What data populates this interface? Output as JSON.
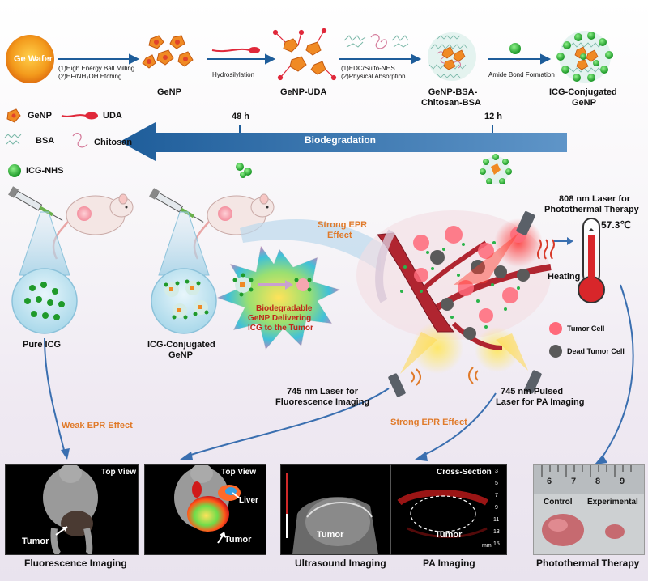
{
  "synthesis": {
    "ge_wafer": "Ge Wafer",
    "step1_line1": "(1)High Energy Ball Milling",
    "step1_line2": "(2)HF/NH₄OH Etching",
    "step2": "Hydrosilylation",
    "step3_line1": "(1)EDC/Sulfo-NHS",
    "step3_line2": "(2)Physical Absorption",
    "step4": "Amide Bond Formation",
    "product_genp": "GeNP",
    "product_genp_uda": "GeNP-UDA",
    "product_bsa_line1": "GeNP-BSA-",
    "product_bsa_line2": "Chitosan-BSA",
    "product_icg_line1": "ICG-Conjugated",
    "product_icg_line2": "GeNP"
  },
  "legend": {
    "genp": "GeNP",
    "uda": "UDA",
    "bsa": "BSA",
    "chitosan": "Chitosan",
    "icg_nhs": "ICG-NHS"
  },
  "biodegradation": {
    "label": "Biodegradation",
    "t48": "48 h",
    "t12": "12 h"
  },
  "middle": {
    "pure_icg": "Pure ICG",
    "icg_genp_line1": "ICG-Conjugated",
    "icg_genp_line2": "GeNP",
    "strong_epr_line1": "Strong EPR",
    "strong_epr_line2": "Effect",
    "starburst_line1": "Biodegradable",
    "starburst_line2": "GeNP  Delivering",
    "starburst_line3": "ICG to the Tumor",
    "laser808_line1": "808 nm Laser for",
    "laser808_line2": "Photothermal Therapy",
    "temperature": "57.3℃",
    "heating": "Heating",
    "tumor_cell": "Tumor Cell",
    "dead_tumor_cell": "Dead Tumor Cell",
    "laser745_line1": "745 nm Laser for",
    "laser745_line2": "Fluorescence Imaging",
    "laser745p_line1": "745 nm Pulsed",
    "laser745p_line2": "Laser for PA Imaging",
    "weak_epr": "Weak EPR Effect",
    "strong_epr_bottom": "Strong EPR Effect"
  },
  "panels": {
    "top_view": "Top View",
    "tumor": "Tumor",
    "liver": "Liver",
    "cross_section": "Cross-Section",
    "mm": "mm",
    "scale_ticks": [
      "3",
      "5",
      "7",
      "9",
      "11",
      "13",
      "15"
    ],
    "ruler_ticks": [
      "6",
      "7",
      "8",
      "9"
    ],
    "control": "Control",
    "experimental": "Experimental",
    "fluorescence_imaging": "Fluorescence Imaging",
    "ultrasound_imaging": "Ultrasound Imaging",
    "pa_imaging": "PA Imaging",
    "photothermal_therapy": "Photothermal Therapy"
  }
}
